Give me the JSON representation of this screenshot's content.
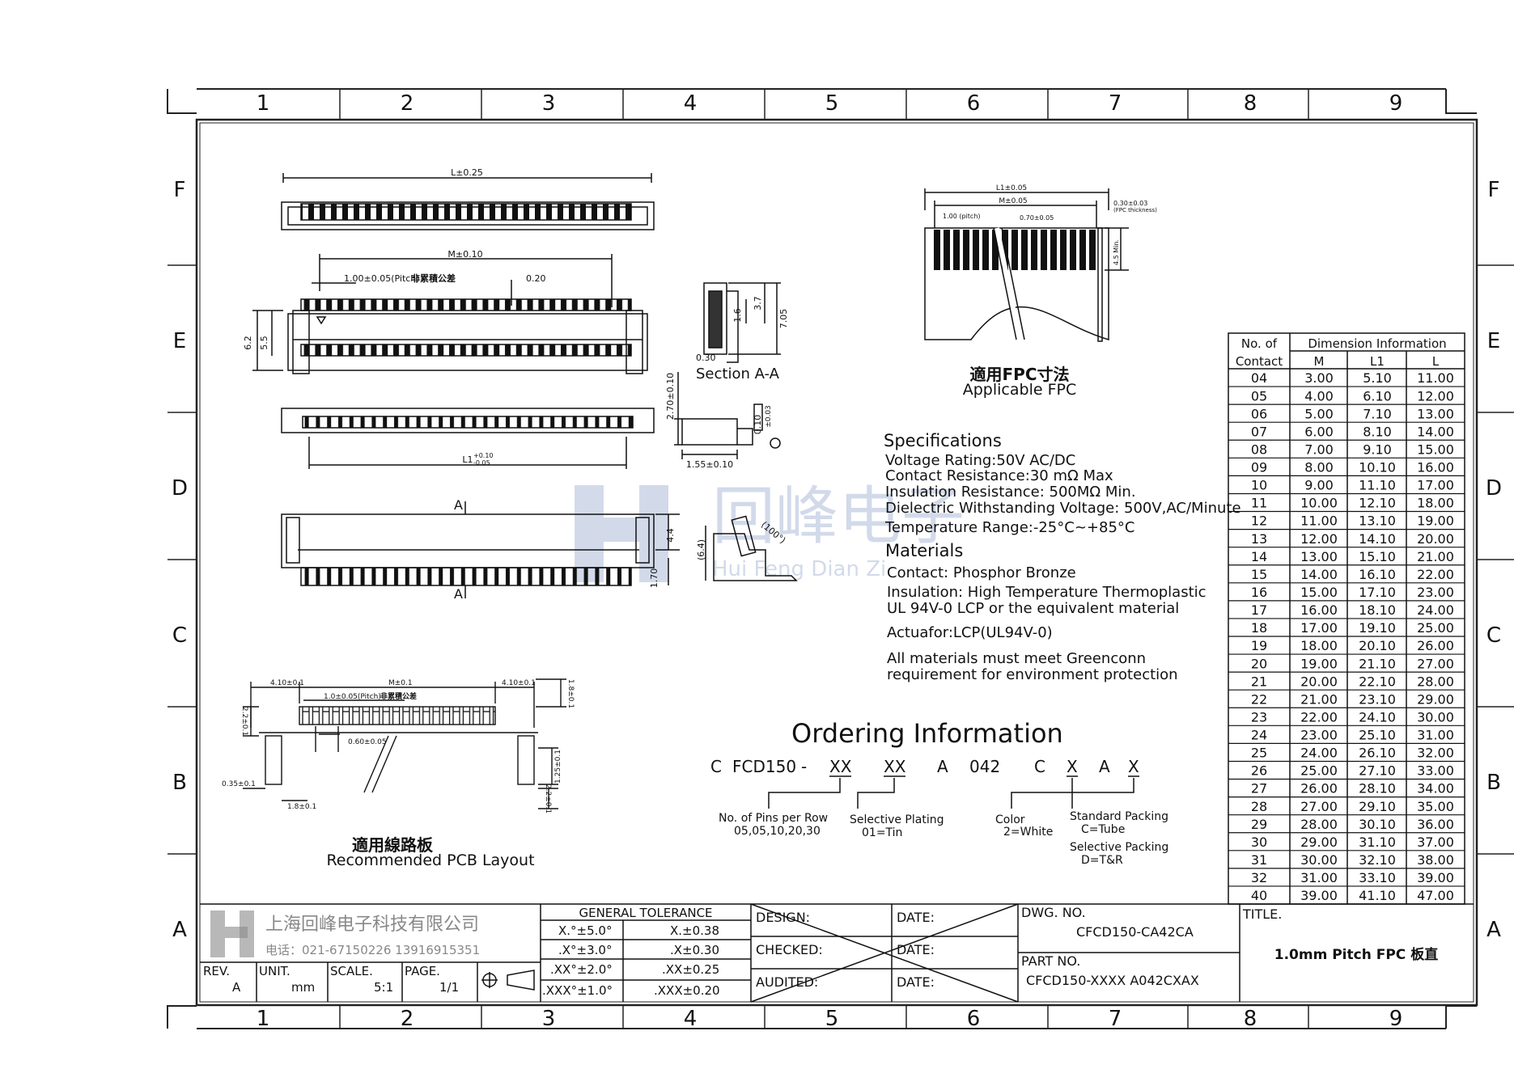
{
  "frame": {
    "columns": [
      "1",
      "2",
      "3",
      "4",
      "5",
      "6",
      "7",
      "8",
      "9"
    ],
    "rows": [
      "F",
      "E",
      "D",
      "C",
      "B",
      "A"
    ]
  },
  "drawing_labels": {
    "l_dim": "L±0.25",
    "m_dim": "M±0.10",
    "pitch_dim": "1.00±0.05(Pitch)",
    "pitch_cn": "非累積公差",
    "dim_020": "0.20",
    "dim_62": "6.2",
    "dim_55": "5.5",
    "l1_dim": "L1",
    "l1_tol_plus": "+0.10",
    "l1_tol_minus": "-0.05",
    "section_label": "Section A-A",
    "dim_030": "0.30",
    "dim_16": "1.6",
    "dim_37": "3.7",
    "dim_705": "7.05",
    "dim_270": "2.70±0.10",
    "dim_155": "1.55±0.10",
    "dim_010": "0.10",
    "dim_003": "±0.03",
    "section_a_top": "A",
    "section_a_bottom": "A",
    "dim_44": "4.4",
    "dim_170": "1.70",
    "dim_64": "(6.4)",
    "dim_100deg": "(100°)"
  },
  "fpc": {
    "l1": "L1±0.05",
    "m": "M±0.05",
    "pitch": "1.00 (pitch)",
    "w070": "0.70±0.05",
    "thick": "0.30±0.03",
    "thick_note": "(FPC thickness)",
    "min": "4.5 Min.",
    "title_cn": "適用FPC寸法",
    "title_en": "Applicable FPC"
  },
  "pcb": {
    "d410a": "4.10±0.1",
    "m01": "M±0.1",
    "d410b": "4.10±0.1",
    "pitch": "1.0±0.05(Pitch)",
    "pitch_cn": "非累積公差",
    "d18top": "1.8±0.1",
    "d22left": "2.2±0.1",
    "d060": "0.60±0.05",
    "d125": "1.25±0.1",
    "d035": "0.35±0.1",
    "d18bottom": "1.8±0.1",
    "d22right": "2.2±0.1",
    "title_cn": "適用線路板",
    "title_en": "Recommended PCB Layout"
  },
  "specs": {
    "heading": "Specifications",
    "lines": [
      "Voltage Rating:50V AC/DC",
      "Contact Resistance:30 mΩ Max",
      "Insulation Resistance: 500MΩ Min.",
      "Dielectric Withstanding Voltage: 500V,AC/Minute",
      "Temperature Range:-25°C~+85°C"
    ]
  },
  "materials": {
    "heading": "Materials",
    "lines": [
      "Contact: Phosphor Bronze",
      "Insulation: High Temperature Thermoplastic",
      "UL 94V-0 LCP      or the equivalent material",
      "Actuafor:LCP(UL94V-0)",
      "All materials must meet Greenconn",
      "requirement for environment protection"
    ]
  },
  "ordering": {
    "heading": "Ordering Information",
    "code": [
      "C",
      "FCD150",
      "-",
      "XX",
      "XX",
      "A",
      "042",
      "C",
      "X",
      "A",
      "X"
    ],
    "notes": {
      "pins": "No. of Pins per Row",
      "pins_vals": "05,05,10,20,30",
      "plating": "Selective Plating",
      "plating_vals": "01=Tin",
      "color": "Color",
      "color_vals": "2=White",
      "std_pack": "Standard Packing",
      "std_pack_vals": "C=Tube",
      "sel_pack": "Selective Packing",
      "sel_pack_vals": "D=T&R"
    }
  },
  "dimension_table": {
    "head_contact_1": "No. of",
    "head_contact_2": "Contact",
    "head_group": "Dimension Information",
    "cols": [
      "M",
      "L1",
      "L"
    ],
    "rows": [
      [
        "04",
        "3.00",
        "5.10",
        "11.00"
      ],
      [
        "05",
        "4.00",
        "6.10",
        "12.00"
      ],
      [
        "06",
        "5.00",
        "7.10",
        "13.00"
      ],
      [
        "07",
        "6.00",
        "8.10",
        "14.00"
      ],
      [
        "08",
        "7.00",
        "9.10",
        "15.00"
      ],
      [
        "09",
        "8.00",
        "10.10",
        "16.00"
      ],
      [
        "10",
        "9.00",
        "11.10",
        "17.00"
      ],
      [
        "11",
        "10.00",
        "12.10",
        "18.00"
      ],
      [
        "12",
        "11.00",
        "13.10",
        "19.00"
      ],
      [
        "13",
        "12.00",
        "14.10",
        "20.00"
      ],
      [
        "14",
        "13.00",
        "15.10",
        "21.00"
      ],
      [
        "15",
        "14.00",
        "16.10",
        "22.00"
      ],
      [
        "16",
        "15.00",
        "17.10",
        "23.00"
      ],
      [
        "17",
        "16.00",
        "18.10",
        "24.00"
      ],
      [
        "18",
        "17.00",
        "19.10",
        "25.00"
      ],
      [
        "19",
        "18.00",
        "20.10",
        "26.00"
      ],
      [
        "20",
        "19.00",
        "21.10",
        "27.00"
      ],
      [
        "21",
        "20.00",
        "22.10",
        "28.00"
      ],
      [
        "22",
        "21.00",
        "23.10",
        "29.00"
      ],
      [
        "23",
        "22.00",
        "24.10",
        "30.00"
      ],
      [
        "24",
        "23.00",
        "25.10",
        "31.00"
      ],
      [
        "25",
        "24.00",
        "26.10",
        "32.00"
      ],
      [
        "26",
        "25.00",
        "27.10",
        "33.00"
      ],
      [
        "27",
        "26.00",
        "28.10",
        "34.00"
      ],
      [
        "28",
        "27.00",
        "29.10",
        "35.00"
      ],
      [
        "29",
        "28.00",
        "30.10",
        "36.00"
      ],
      [
        "30",
        "29.00",
        "31.10",
        "37.00"
      ],
      [
        "31",
        "30.00",
        "32.10",
        "38.00"
      ],
      [
        "32",
        "31.00",
        "33.10",
        "39.00"
      ],
      [
        "40",
        "39.00",
        "41.10",
        "47.00"
      ]
    ]
  },
  "title_block": {
    "company": "上海回峰电子科技有限公司",
    "phone": "电话：021-67150226  13916915351",
    "rev_label": "REV.",
    "rev": "A",
    "unit_label": "UNIT.",
    "unit": "mm",
    "scale_label": "SCALE.",
    "scale": "5:1",
    "page_label": "PAGE.",
    "page": "1/1",
    "tol_head": "GENERAL  TOLERANCE",
    "tol_rows": [
      [
        "X.°±5.0°",
        "X.±0.38"
      ],
      [
        ".X°±3.0°",
        ".X±0.30"
      ],
      [
        ".XX°±2.0°",
        ".XX±0.25"
      ],
      [
        ".XXX°±1.0°",
        ".XXX±0.20"
      ]
    ],
    "design": "DESIGN:",
    "checked": "CHECKED:",
    "audited": "AUDITED:",
    "date": "DATE:",
    "dwg_label": "DWG.  NO.",
    "dwg": "CFCD150-CA42CA",
    "part_label": "PART  NO.",
    "part": "CFCD150-XXXX  A042CXAX",
    "title_label": "TITLE.",
    "title": "1.0mm Pitch FPC 板直"
  },
  "watermark": {
    "cn": "回峰电子",
    "pinyin": "Hui Feng Dian Zi"
  }
}
